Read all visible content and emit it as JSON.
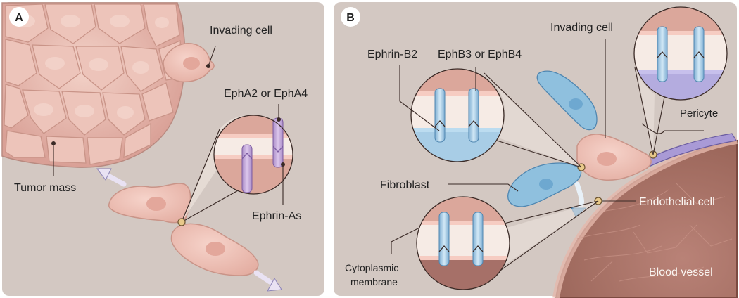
{
  "panel_a": {
    "letter": "A",
    "labels": {
      "invading_cell": "Invading cell",
      "epha": "EphA2 or EphA4",
      "tumor_mass": "Tumor mass",
      "ephrin_as": "Ephrin-As"
    }
  },
  "panel_b": {
    "letter": "B",
    "labels": {
      "ephrin_b2": "Ephrin-B2",
      "ephb": "EphB3 or EphB4",
      "invading_cell": "Invading cell",
      "pericyte": "Pericyte",
      "fibroblast": "Fibroblast",
      "endothelial_cell": "Endothelial cell",
      "cytoplasmic_1": "Cytoplasmic",
      "cytoplasmic_2": "membrane",
      "blood_vessel": "Blood vessel"
    }
  },
  "colors": {
    "background": "#d3c8c2",
    "cell_pink": "#efc0b6",
    "receptor_purple": "#c8a8dc",
    "receptor_blue": "#a8cde6",
    "fibroblast_blue": "#8fc0de",
    "vessel_brown": "#ad7b6f"
  }
}
